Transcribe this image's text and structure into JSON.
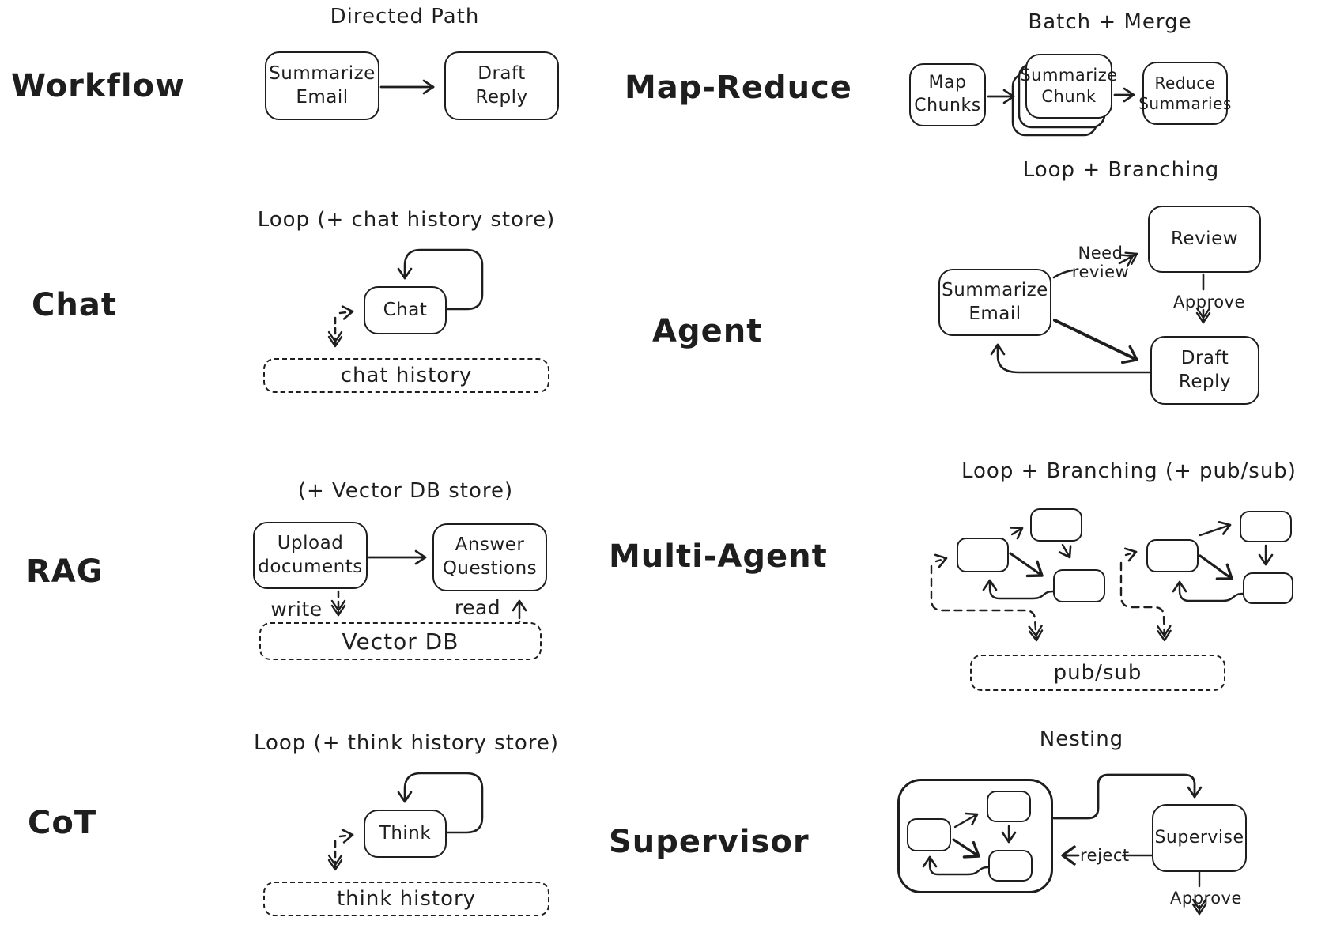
{
  "canvas": {
    "background": "#ffffff",
    "ink": "#1e1e1e"
  },
  "sections": {
    "workflow": {
      "label": "Workflow",
      "title": "Directed Path",
      "nodes": {
        "summarize_email": "Summarize\nEmail",
        "draft_reply": "Draft\nReply"
      }
    },
    "map_reduce": {
      "label": "Map-Reduce",
      "title": "Batch + Merge",
      "nodes": {
        "map_chunks": "Map\nChunks",
        "summarize_chunk": "Summarize\nChunk",
        "reduce_summaries": "Reduce\nSummaries"
      }
    },
    "chat": {
      "label": "Chat",
      "title": "Loop (+ chat history store)",
      "nodes": {
        "chat": "Chat"
      },
      "store": "chat history"
    },
    "agent": {
      "label": "Agent",
      "title": "Loop + Branching",
      "nodes": {
        "summarize_email": "Summarize\nEmail",
        "review": "Review",
        "draft_reply": "Draft\nReply"
      },
      "edges": {
        "need_review": "Need\nreview",
        "approve": "Approve"
      }
    },
    "rag": {
      "label": "RAG",
      "title": "(+ Vector DB store)",
      "nodes": {
        "upload_documents": "Upload\ndocuments",
        "answer_questions": "Answer\nQuestions"
      },
      "edges": {
        "write": "write",
        "read": "read"
      },
      "store": "Vector DB"
    },
    "multi_agent": {
      "label": "Multi-Agent",
      "title": "Loop + Branching (+ pub/sub)",
      "store": "pub/sub"
    },
    "cot": {
      "label": "CoT",
      "title": "Loop (+ think history store)",
      "nodes": {
        "think": "Think"
      },
      "store": "think history"
    },
    "supervisor": {
      "label": "Supervisor",
      "title": "Nesting",
      "nodes": {
        "supervise": "Supervise"
      },
      "edges": {
        "reject": "reject",
        "approve": "Approve"
      }
    }
  }
}
